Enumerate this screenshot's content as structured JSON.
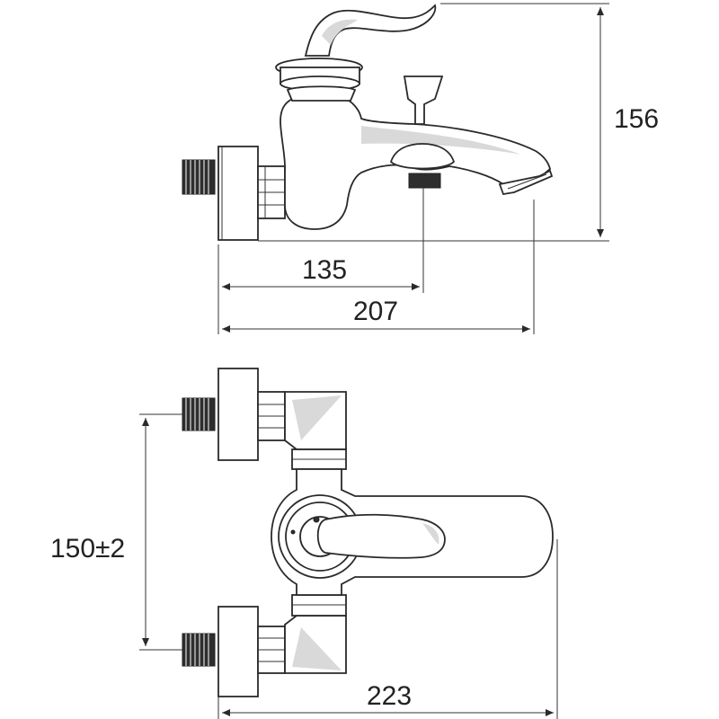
{
  "dimensions": {
    "height": "156",
    "spout_center": "135",
    "spout_reach": "207",
    "inlet_spacing": "150±2",
    "overall_width": "223"
  },
  "colors": {
    "line": "#2a2a2a",
    "shading": "#d9d9d9",
    "thread": "#2e2e2e",
    "background": "#ffffff"
  }
}
